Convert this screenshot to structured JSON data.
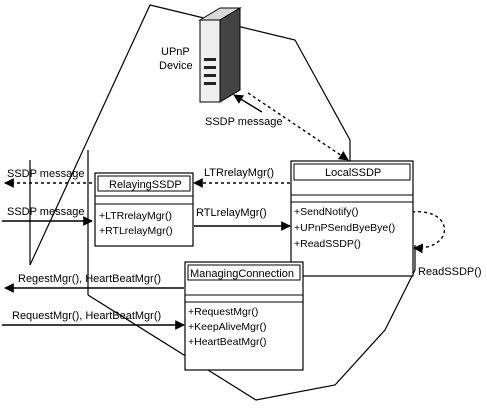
{
  "device": {
    "label_line1": "UPnP",
    "label_line2": "Device"
  },
  "messages": {
    "ssdp_device": "SSDP message",
    "ssdp_out": "SSDP message",
    "ssdp_in": "SSDP message",
    "ltr": "LTRrelayMgr()",
    "rtl": "RTLrelayMgr()",
    "read_self": "ReadSSDP()",
    "req_out": "RegestMgr(), HeartBeatMgr()",
    "req_in": "RequestMgr(), HeartBeatMgr()"
  },
  "classes": {
    "relaying": {
      "name": "RelayingSSDP",
      "ops": [
        "+LTRrelayMgr()",
        "+RTLrelayMgr()"
      ]
    },
    "local": {
      "name": "LocalSSDP",
      "ops": [
        "+SendNotify()",
        "+UPnPSendByeBye()",
        "+ReadSSDP()"
      ]
    },
    "managing": {
      "name": "ManagingConnection",
      "ops": [
        "+RequestMgr()",
        "+KeepAliveMgr()",
        "+HeartBeatMgr()"
      ]
    }
  }
}
